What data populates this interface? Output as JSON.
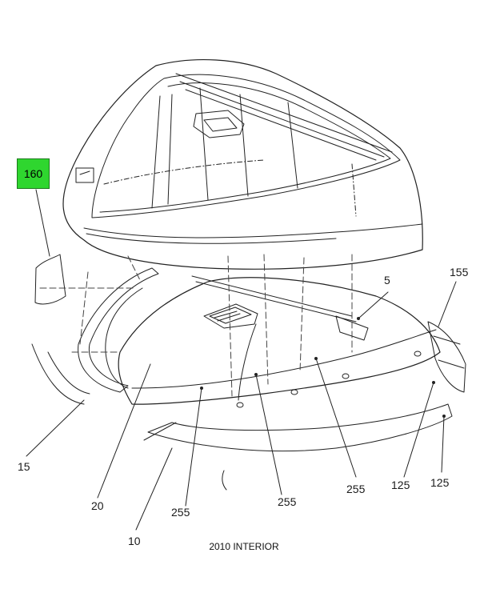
{
  "highlighted_part": {
    "number": "160",
    "color": "#2fd62f"
  },
  "callouts": {
    "c5": "5",
    "c155": "155",
    "c15": "15",
    "c20": "20",
    "c10": "10",
    "c255a": "255",
    "c255b": "255",
    "c255c": "255",
    "c125a": "125",
    "c125b": "125"
  },
  "caption": "2010 INTERIOR"
}
